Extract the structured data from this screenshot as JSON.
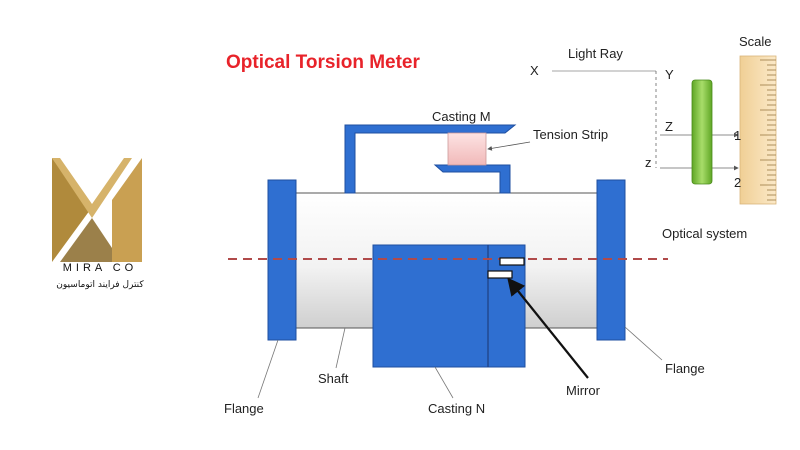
{
  "logo": {
    "name": "MIRA CO",
    "subtitle": "کنترل فرایند اتوماسیون"
  },
  "diagram": {
    "title": "Optical Torsion Meter",
    "labels": {
      "casting_m": "Casting M",
      "tension_strip": "Tension Strip",
      "light_ray": "Light Ray",
      "x": "X",
      "y": "Y",
      "z_upper": "Z",
      "z_lower": "z",
      "scale": "Scale",
      "optical_system": "Optical system",
      "tick_1": "1",
      "tick_2": "2",
      "flange_left": "Flange",
      "flange_right": "Flange",
      "shaft": "Shaft",
      "casting_n": "Casting N",
      "mirror": "Mirror"
    },
    "colors": {
      "title": "#e8232a",
      "blue": "#2f6fd1",
      "blue_dark": "#1f4fa0",
      "axis_dash": "#b04a4a",
      "strip": "#f6cccc",
      "optic_green": "#7fc43a",
      "scale_bg": "#f7dfb4"
    }
  }
}
